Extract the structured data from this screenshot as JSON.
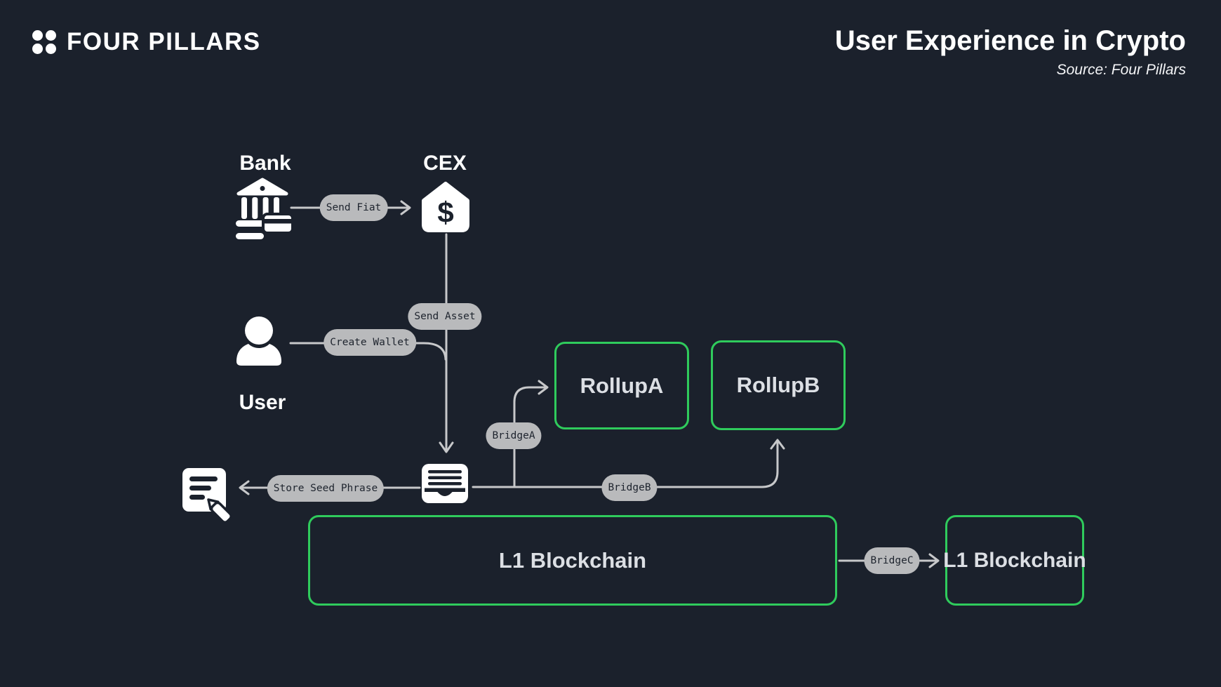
{
  "header": {
    "brand": "FOUR PILLARS",
    "title": "User Experience in Crypto",
    "source": "Source: Four Pillars"
  },
  "nodes": {
    "bank": "Bank",
    "cex": "CEX",
    "user": "User",
    "cex_symbol": "$"
  },
  "edges": {
    "send_fiat": "Send Fiat",
    "send_asset": "Send Asset",
    "create_wallet": "Create Wallet",
    "store_seed_phrase": "Store Seed Phrase",
    "bridge_a": "BridgeA",
    "bridge_b": "BridgeB",
    "bridge_c": "BridgeC"
  },
  "boxes": {
    "rollup_a": "RollupA",
    "rollup_b": "RollupB",
    "l1_main": "L1 Blockchain",
    "l1_right": "L1 Blockchain"
  },
  "icons": {
    "logo": "four-dots-logo",
    "bank": "bank-building-card-icon",
    "cex": "house-dollar-icon",
    "user": "person-icon",
    "wallet": "wallet-icon",
    "note": "note-with-pen-icon"
  },
  "colors": {
    "background": "#1b212c",
    "accent_green": "#2fcb5c",
    "pill_background": "#b9babc",
    "pill_text": "#1e242e",
    "connector_line": "#c7c8ca",
    "heading_text": "#ffffff",
    "box_text": "#dcdfe4"
  }
}
